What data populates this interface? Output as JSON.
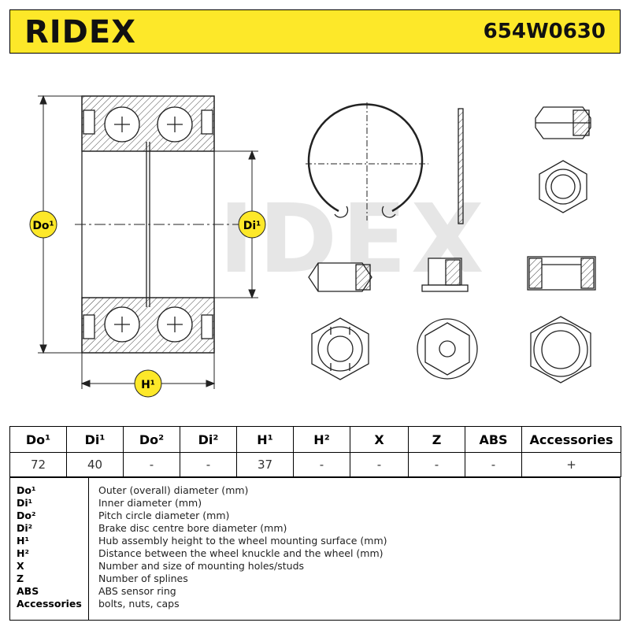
{
  "header": {
    "brand": "RIDEX",
    "part_number": "654W0630"
  },
  "drawing": {
    "watermark": "RIDEX",
    "labels": {
      "do1": "Do¹",
      "di1": "Di¹",
      "h1": "H¹"
    }
  },
  "table": {
    "columns": [
      "Do¹",
      "Di¹",
      "Do²",
      "Di²",
      "H¹",
      "H²",
      "X",
      "Z",
      "ABS",
      "Accessories"
    ],
    "values": [
      "72",
      "40",
      "-",
      "-",
      "37",
      "-",
      "-",
      "-",
      "-",
      "+"
    ]
  },
  "legend": [
    {
      "key": "Do¹",
      "desc": "Outer (overall) diameter (mm)"
    },
    {
      "key": "Di¹",
      "desc": "Inner diameter (mm)"
    },
    {
      "key": "Do²",
      "desc": "Pitch circle diameter (mm)"
    },
    {
      "key": "Di²",
      "desc": "Brake disc centre bore diameter (mm)"
    },
    {
      "key": "H¹",
      "desc": "Hub assembly height to the wheel mounting surface (mm)"
    },
    {
      "key": "H²",
      "desc": "Distance between the wheel knuckle and the wheel (mm)"
    },
    {
      "key": "X",
      "desc": "Number and size of mounting holes/studs"
    },
    {
      "key": "Z",
      "desc": "Number of splines"
    },
    {
      "key": "ABS",
      "desc": "ABS sensor ring"
    },
    {
      "key": "Accessories",
      "desc": "bolts, nuts, caps"
    }
  ],
  "colors": {
    "header_bg": "#fde829",
    "label_bg": "#fde829",
    "line": "#222222"
  }
}
